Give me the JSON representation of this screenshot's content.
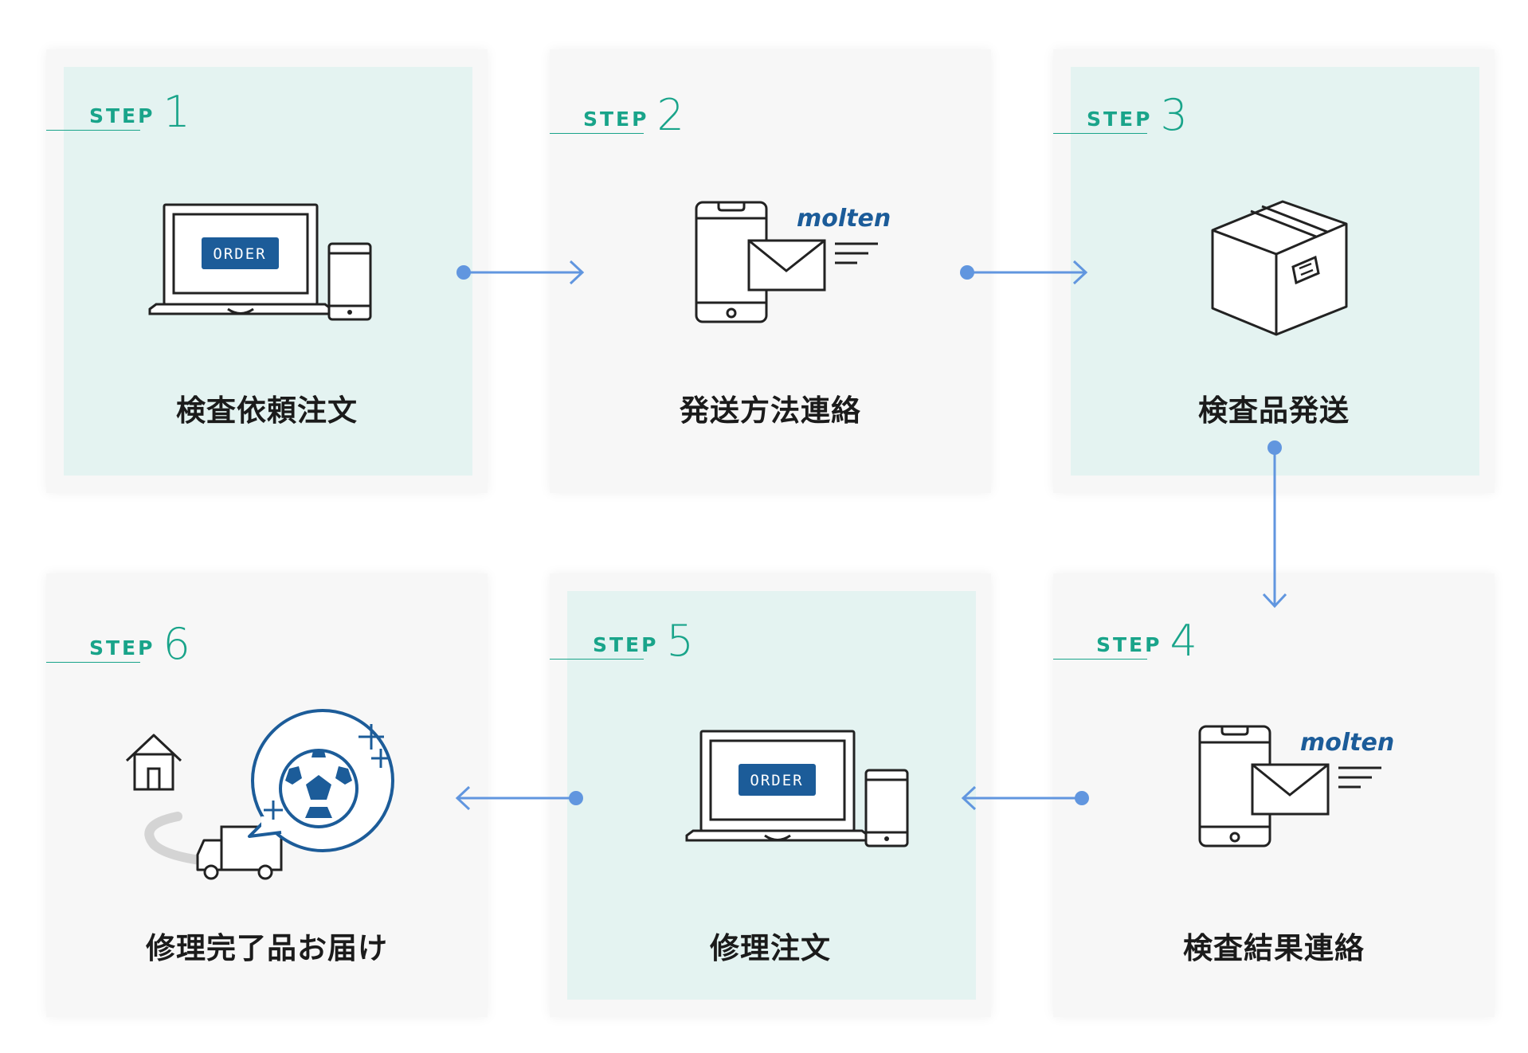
{
  "steps": [
    {
      "label": "STEP",
      "number": "1",
      "title": "検査依頼注文"
    },
    {
      "label": "STEP",
      "number": "2",
      "title": "発送方法連絡"
    },
    {
      "label": "STEP",
      "number": "3",
      "title": "検査品発送"
    },
    {
      "label": "STEP",
      "number": "4",
      "title": "検査結果連絡"
    },
    {
      "label": "STEP",
      "number": "5",
      "title": "修理注文"
    },
    {
      "label": "STEP",
      "number": "6",
      "title": "修理完了品お届け"
    }
  ],
  "icons": {
    "order_label": "ORDER",
    "brand_logo": "molten"
  },
  "colors": {
    "accent_green": "#19a48a",
    "arrow_blue": "#6196df",
    "order_blue": "#1c5c99",
    "teal_panel": "#e4f3f1"
  }
}
